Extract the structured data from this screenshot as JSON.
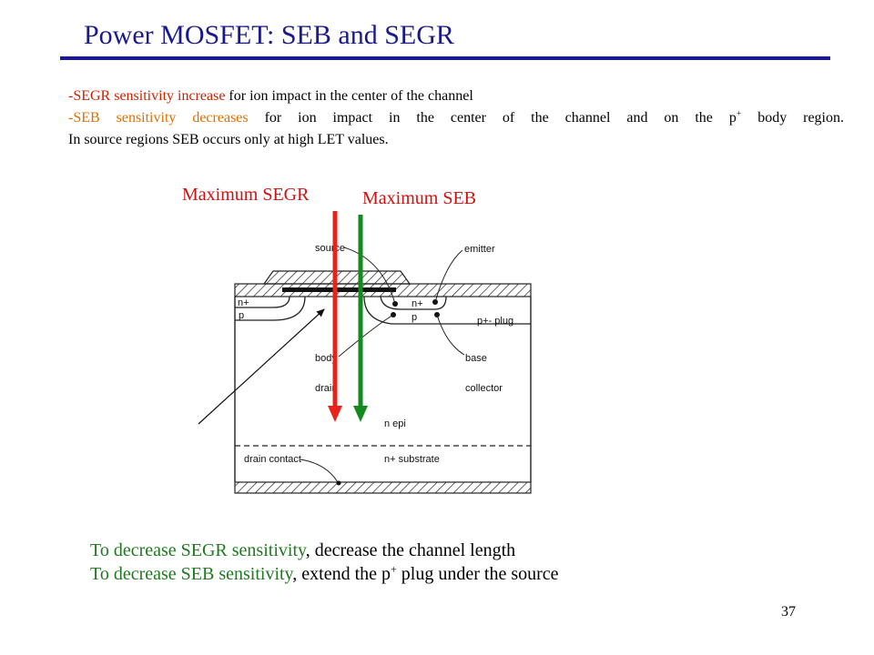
{
  "slide": {
    "title": "Power MOSFET: SEB and SEGR",
    "page_number": "37"
  },
  "bullets": {
    "line1_colored": "-SEGR sensitivity increase",
    "line1_rest": " for ion impact in the center of the channel",
    "line2_colored": "-SEB sensitivity decreases",
    "line2_rest_before_sup": " for ion impact in the center of the channel and on the p",
    "line2_sup": "+",
    "line2_rest_after_sup": " body region.",
    "line3": "In source regions SEB occurs only at high LET values."
  },
  "arrows": {
    "segr_label": "Maximum SEGR",
    "seb_label": "Maximum SEB",
    "segr_color": "#e8231c",
    "seb_color": "#138a1e"
  },
  "diagram_labels": {
    "source": "source",
    "emitter": "emitter",
    "n_plus_left": "n+",
    "p_left": "p",
    "n_plus_right": "n+",
    "p_right": "p",
    "p_plus_plug": "p+- plug",
    "body": "body",
    "base": "base",
    "drain": "drain",
    "collector": "collector",
    "n_epi": "n epi",
    "drain_contact": "drain contact",
    "n_plus_substrate": "n+ substrate"
  },
  "conclusions": {
    "line1_colored": "To decrease SEGR sensitivity",
    "line1_rest": ", decrease the channel length",
    "line2_colored": "To decrease SEB sensitivity",
    "line2_rest_before_sup": ", extend the p",
    "line2_sup": "+",
    "line2_rest_after_sup": " plug under the source"
  }
}
